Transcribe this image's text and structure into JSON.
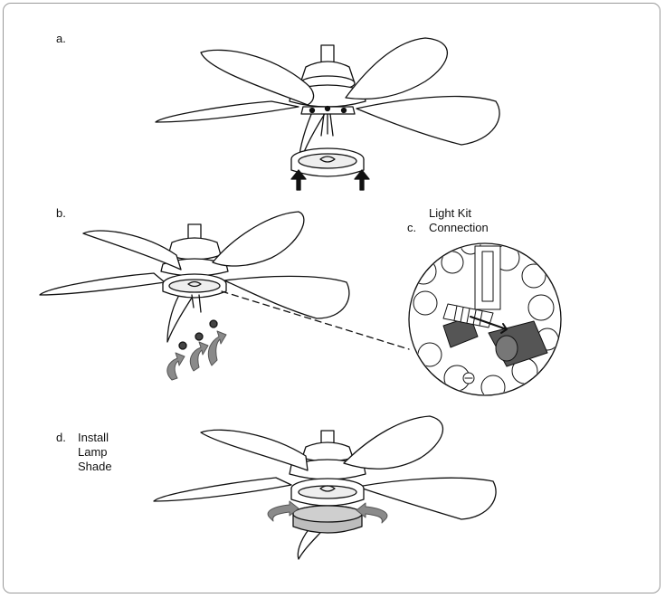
{
  "steps": {
    "a": {
      "label": "a."
    },
    "b": {
      "label": "b."
    },
    "c": {
      "label": "c.",
      "title_line1": "Light Kit",
      "title_line2": "Connection"
    },
    "d": {
      "label": "d.",
      "line1": "Install",
      "line2": "Lamp",
      "line3": "Shade"
    }
  },
  "colors": {
    "line": "#111111",
    "gray_arrow": "#8a8a8a",
    "frame": "#9a9a9a",
    "shade_fill": "#bdbdbd"
  },
  "icons": [
    "fan-diagram",
    "up-arrow-icon",
    "screw-icon",
    "curved-arrow-icon",
    "rotate-arrow-icon",
    "connector-icon"
  ]
}
